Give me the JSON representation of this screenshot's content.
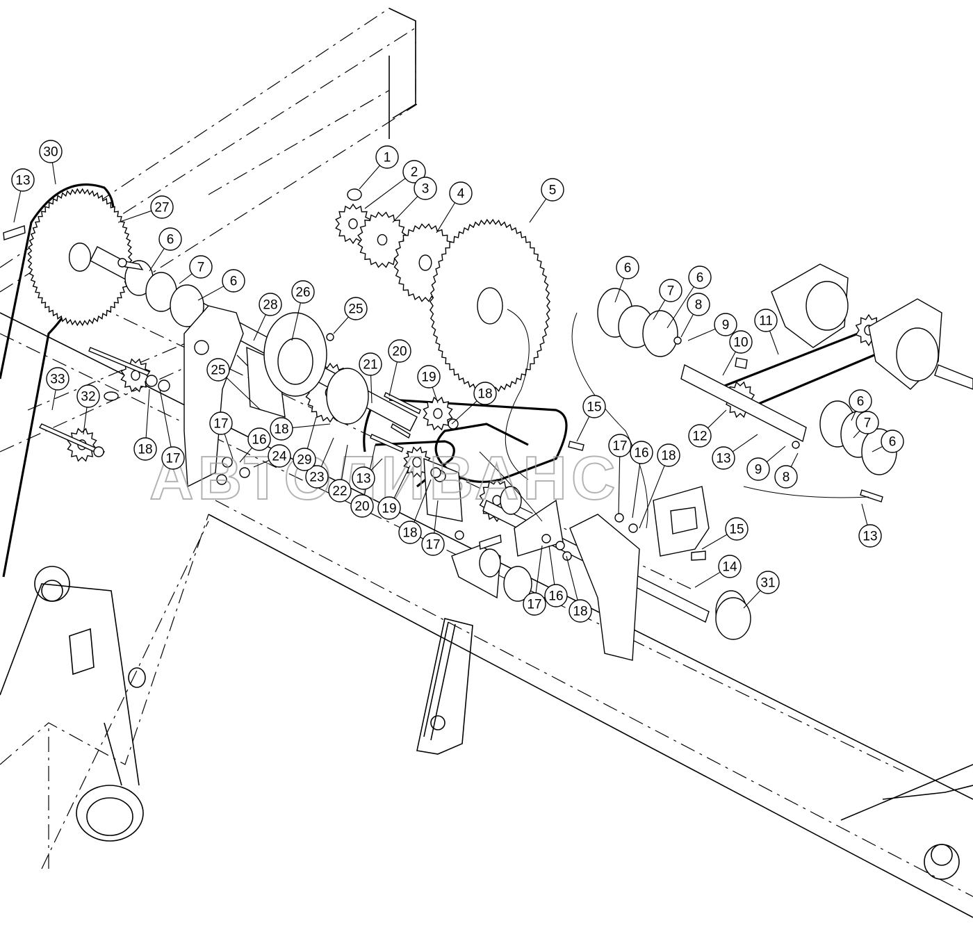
{
  "watermark": "АВТОЛИВАНС",
  "callouts": [
    {
      "label": "1"
    },
    {
      "label": "2"
    },
    {
      "label": "3"
    },
    {
      "label": "4"
    },
    {
      "label": "5"
    },
    {
      "label": "6"
    },
    {
      "label": "6"
    },
    {
      "label": "6"
    },
    {
      "label": "6"
    },
    {
      "label": "6"
    },
    {
      "label": "6"
    },
    {
      "label": "7"
    },
    {
      "label": "7"
    },
    {
      "label": "7"
    },
    {
      "label": "8"
    },
    {
      "label": "8"
    },
    {
      "label": "9"
    },
    {
      "label": "9"
    },
    {
      "label": "10"
    },
    {
      "label": "11"
    },
    {
      "label": "12"
    },
    {
      "label": "13"
    },
    {
      "label": "13"
    },
    {
      "label": "13"
    },
    {
      "label": "13"
    },
    {
      "label": "14"
    },
    {
      "label": "15"
    },
    {
      "label": "15"
    },
    {
      "label": "16"
    },
    {
      "label": "16"
    },
    {
      "label": "16"
    },
    {
      "label": "17"
    },
    {
      "label": "17"
    },
    {
      "label": "17"
    },
    {
      "label": "17"
    },
    {
      "label": "17"
    },
    {
      "label": "18"
    },
    {
      "label": "18"
    },
    {
      "label": "18"
    },
    {
      "label": "18"
    },
    {
      "label": "18"
    },
    {
      "label": "18"
    },
    {
      "label": "19"
    },
    {
      "label": "19"
    },
    {
      "label": "20"
    },
    {
      "label": "20"
    },
    {
      "label": "21"
    },
    {
      "label": "22"
    },
    {
      "label": "23"
    },
    {
      "label": "24"
    },
    {
      "label": "25"
    },
    {
      "label": "25"
    },
    {
      "label": "26"
    },
    {
      "label": "27"
    },
    {
      "label": "28"
    },
    {
      "label": "29"
    },
    {
      "label": "30"
    },
    {
      "label": "31"
    },
    {
      "label": "32"
    },
    {
      "label": "33"
    }
  ]
}
